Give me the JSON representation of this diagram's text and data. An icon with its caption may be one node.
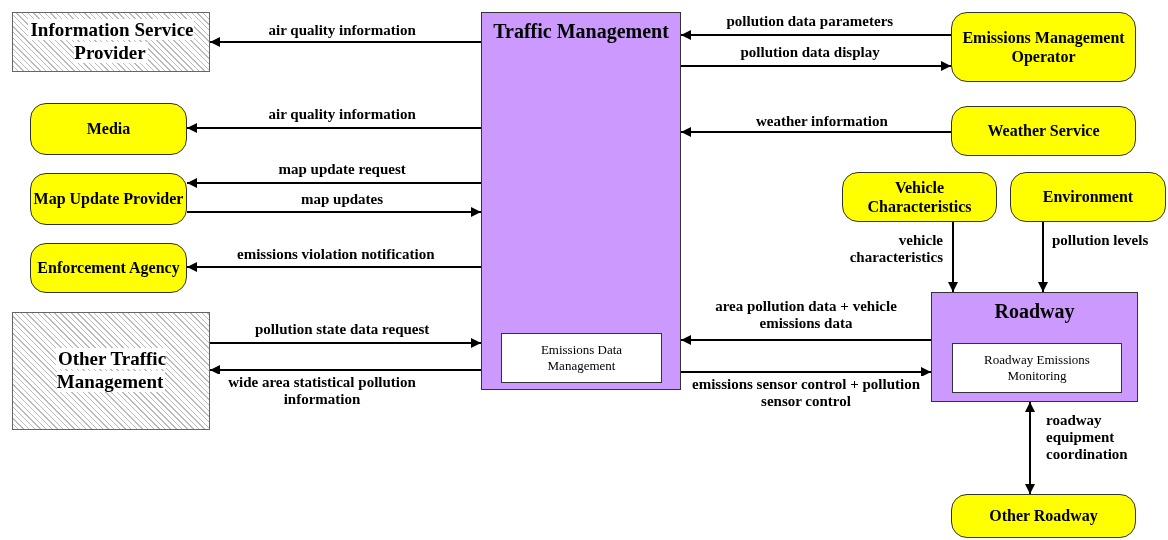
{
  "diagram": {
    "nodes": [
      {
        "text": [
          "Information Service Provider"
        ]
      },
      {
        "text": [
          "Traffic Management"
        ]
      },
      {
        "text": [
          "Emissions Data Management"
        ],
        "in": 1
      },
      {
        "text": [
          "Emissions Management Operator"
        ]
      },
      {
        "text": [
          "Media"
        ]
      },
      {
        "text": [
          "Weather Service"
        ]
      },
      {
        "text": [
          "Map Update Provider"
        ]
      },
      {
        "text": [
          "Vehicle Characteristics"
        ]
      },
      {
        "text": [
          "Environment"
        ]
      },
      {
        "text": [
          "Enforcement Agency"
        ]
      },
      {
        "text": [
          "Other Traffic Management"
        ]
      },
      {
        "text": [
          "Roadway"
        ]
      },
      {
        "text": [
          "Roadway Emissions Monitoring"
        ],
        "in": 11
      },
      {
        "text": [
          "Other Roadway"
        ]
      }
    ],
    "edges": [
      {
        "from": 1,
        "to": 0,
        "arrow": "to",
        "label": "air quality information"
      },
      {
        "from": 3,
        "to": 1,
        "arrow": "to",
        "label": "pollution data parameters"
      },
      {
        "from": 1,
        "to": 3,
        "arrow": "to",
        "label": "pollution data display"
      },
      {
        "from": 1,
        "to": 4,
        "arrow": "to",
        "label": "air quality information"
      },
      {
        "from": 5,
        "to": 1,
        "arrow": "to",
        "label": "weather information"
      },
      {
        "from": 1,
        "to": 6,
        "arrow": "to",
        "label": "map update request"
      },
      {
        "from": 6,
        "to": 1,
        "arrow": "to",
        "label": "map updates"
      },
      {
        "from": 1,
        "to": 9,
        "arrow": "to",
        "label": "emissions violation notification"
      },
      {
        "from": 7,
        "to": 11,
        "arrow": "to",
        "label": "vehicle characteristics"
      },
      {
        "from": 8,
        "to": 11,
        "arrow": "to",
        "label": "pollution levels"
      },
      {
        "from": 11,
        "to": 1,
        "arrow": "to",
        "label": "area pollution data + vehicle emissions data"
      },
      {
        "from": 10,
        "to": 1,
        "arrow": "to",
        "label": "pollution state data request"
      },
      {
        "from": 1,
        "to": 10,
        "arrow": "to",
        "label": "wide area statistical pollution information"
      },
      {
        "from": 1,
        "to": 11,
        "arrow": "to",
        "label": "emissions sensor control + pollution sensor control"
      },
      {
        "from": 11,
        "to": 13,
        "arrow": "both",
        "label": "roadway equipment coordination"
      }
    ]
  }
}
